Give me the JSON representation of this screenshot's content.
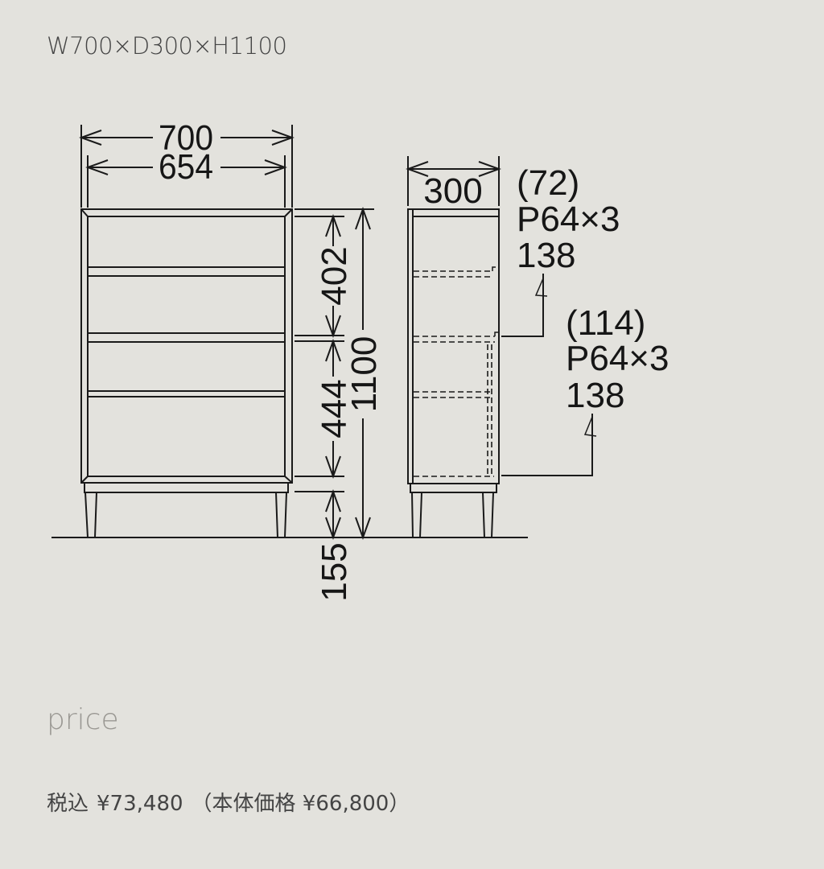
{
  "spec": {
    "text": "W700×D300×H1100"
  },
  "front_view": {
    "overall_width": "700",
    "inner_width": "654",
    "upper_section_height": "402",
    "lower_section_height": "444",
    "leg_height": "155",
    "total_height": "1100"
  },
  "side_view": {
    "depth": "300",
    "upper_callout": {
      "line1": "(72)",
      "line2": "P64×3",
      "line3": "138"
    },
    "lower_callout": {
      "line1": "(114)",
      "line2": "P64×3",
      "line3": "138"
    }
  },
  "price": {
    "label": "price",
    "tax_included_label": "税込",
    "tax_included_value": "¥73,480",
    "base_price_text": "（本体価格 ¥66,800）"
  },
  "colors": {
    "background": "#e3e2dd",
    "line": "#1a1a1a",
    "text": "#444444",
    "muted": "#9a9893"
  }
}
